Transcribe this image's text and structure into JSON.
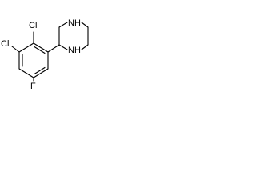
{
  "molecule": {
    "atoms": {
      "cl_top": "Cl",
      "cl_left": "Cl",
      "fluorine": "F",
      "nh_top": "NH",
      "nh_bottom": "NH"
    }
  }
}
